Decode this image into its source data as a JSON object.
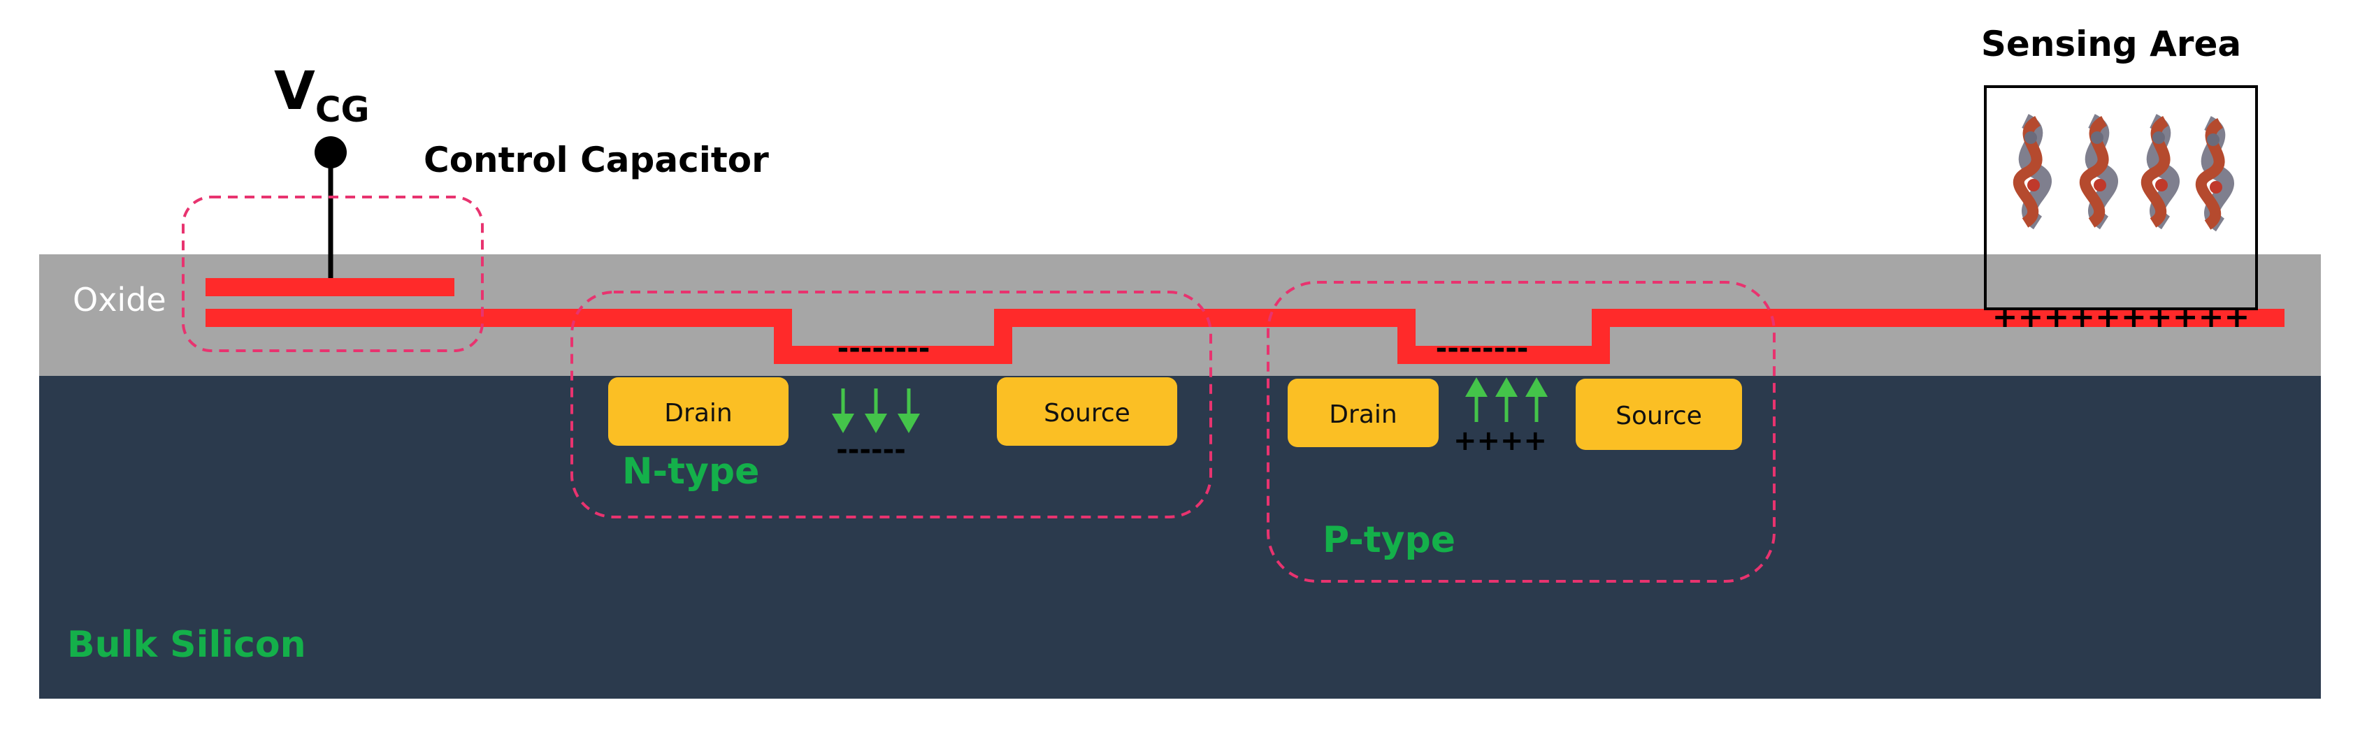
{
  "labels": {
    "vcg_main": "V",
    "vcg_sub": "CG",
    "control_capacitor": "Control Capacitor",
    "sensing_area": "Sensing Area",
    "oxide": "Oxide",
    "bulk_silicon": "Bulk Silicon",
    "n_type": "N-type",
    "p_type": "P-type"
  },
  "transistors": {
    "n": {
      "drain": "Drain",
      "source": "Source",
      "channel_charge": "--------",
      "carrier_charge": "------"
    },
    "p": {
      "drain": "Drain",
      "source": "Source",
      "channel_charge": "--------",
      "carrier_charge": "++++"
    }
  },
  "sensing": {
    "surface_charge": "++++++++++"
  },
  "colors": {
    "oxide": "#a6a6a6",
    "bulk": "#2b3a4d",
    "floating_gate": "#ff2a2a",
    "pads": "#fbbf24",
    "dashed_boxes": "#e8336f",
    "type_labels": "#14b04a",
    "arrows": "#44c44a"
  }
}
